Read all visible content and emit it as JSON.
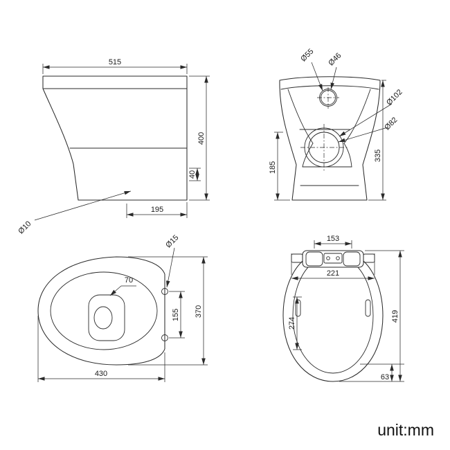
{
  "side_view": {
    "width": "515",
    "height": "400",
    "rim_step": "40",
    "base_depth": "195",
    "fixing_hole": "Ø10"
  },
  "front_view": {
    "inlet_outer": "Ø55",
    "inlet_inner": "Ø46",
    "outlet_outer": "Ø102",
    "outlet_inner": "Ø82",
    "height": "335",
    "lower_height": "185"
  },
  "plan_view": {
    "flush_width": "70",
    "fixing_hole": "Ø15",
    "hole_spacing": "155",
    "width": "370",
    "length": "430"
  },
  "seat_view": {
    "hinge_spacing": "153",
    "hinge_width": "221",
    "inner_length": "274",
    "length": "419",
    "back_depth": "63"
  },
  "footer": {
    "unit_label": "unit:mm"
  }
}
